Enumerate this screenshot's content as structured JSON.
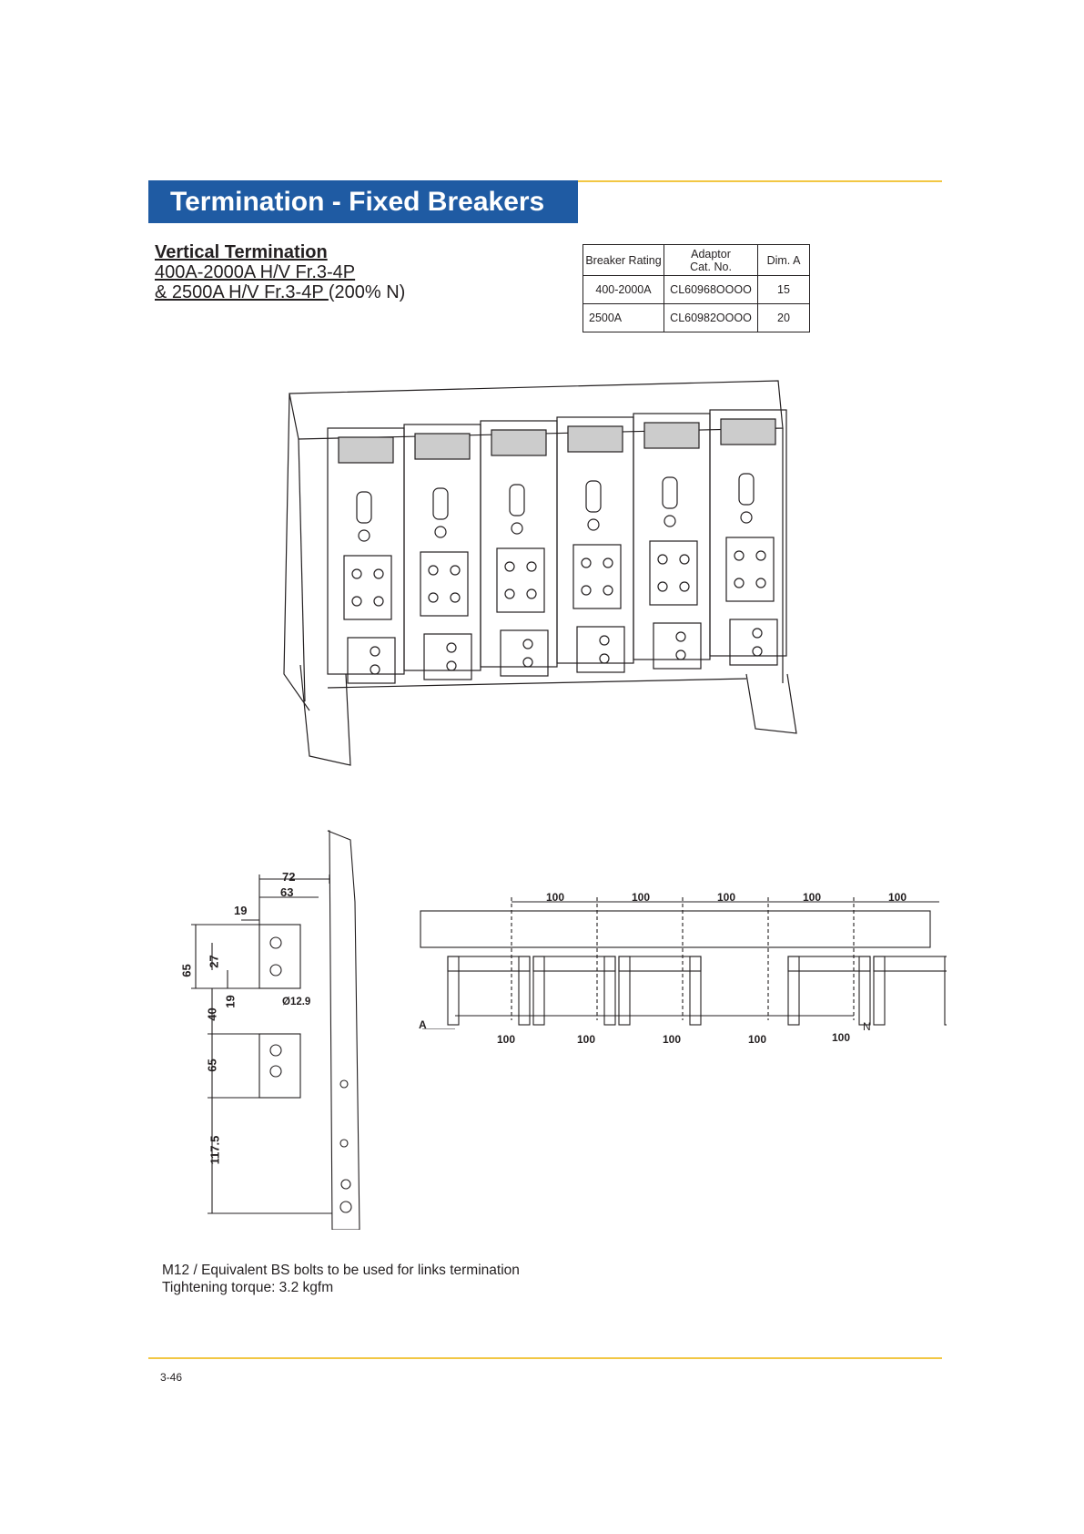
{
  "title": "Termination - Fixed Breakers",
  "heading": {
    "line1": "Vertical Termination",
    "line2": "400A-2000A H/V Fr.3-4P",
    "line3_underlined": "& 2500A H/V Fr.3-4P ",
    "line3_rest": "(200% N)"
  },
  "table": {
    "headers": [
      "Breaker Rating",
      "Adaptor\nCat. No.",
      "Dim. A"
    ],
    "rows": [
      [
        "400-2000A",
        "CL60968OOOO",
        "15"
      ],
      [
        "2500A",
        "CL60982OOOO",
        "20"
      ]
    ]
  },
  "side_view": {
    "dim_72": "72",
    "dim_63": "63",
    "dim_19_top": "19",
    "dim_65_outer": "65",
    "dim_27": "27",
    "dim_19_mid": "19",
    "dim_40": "40",
    "dim_65_lower": "65",
    "dim_117_5": "117.5",
    "hole_dia": "Ø12.9"
  },
  "top_view": {
    "top_pitches": [
      "100",
      "100",
      "100",
      "100",
      "100"
    ],
    "bottom_pitches": [
      "100",
      "100",
      "100",
      "100",
      "100"
    ],
    "dim_a": "A",
    "neutral": "N"
  },
  "note": {
    "line1": "M12 / Equivalent BS bolts to be used for links termination",
    "line2": "Tightening torque: 3.2 kgfm"
  },
  "page_number": "3-46",
  "colors": {
    "title_bg": "#1f5ba3",
    "rule": "#f2c744",
    "ink": "#231f20"
  }
}
